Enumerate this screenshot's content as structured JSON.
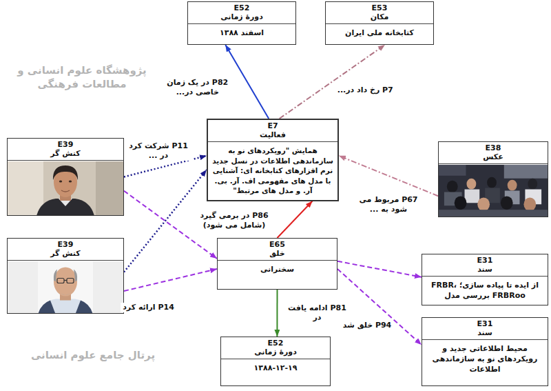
{
  "diagram": {
    "nodes": [
      {
        "text": [
          "E52",
          "دورهٔ زمانی",
          "اسفند ۱۳۸۸"
        ]
      },
      {
        "text": [
          "E53",
          "مکان",
          "کتابخانه ملی ایران"
        ]
      },
      {
        "text": [
          "E7",
          "فعالیت",
          "همایش \"رویکردهای نو به سازماندهی اطلاعات در نسل جدید نرم افزارهای کتابخانه ای: آشنایی با مدل های مفهومی اف. آر. بی. آر. و مدل های مرتبط\""
        ]
      },
      {
        "text": [
          "E39",
          "کنش گر"
        ]
      },
      {
        "text": [
          "E38",
          "عکس"
        ]
      },
      {
        "text": [
          "E39",
          "کنش گر"
        ]
      },
      {
        "text": [
          "E65",
          "خلق",
          "سخنرانی"
        ]
      },
      {
        "text": [
          "E31",
          "سند",
          "FRBR، از ایده تا پیاده سازی؛ بررسی مدل FRBRoo"
        ]
      },
      {
        "text": [
          "E52",
          "دورهٔ زمانی",
          "۱۳۸۸-۱۲-۱۹"
        ]
      },
      {
        "text": [
          "E31",
          "سند",
          "محیط اطلاعاتی جدید و رویکردهای نو به سازماندهی اطلاعات"
        ]
      }
    ],
    "edges": [
      {
        "from": 2,
        "to": 0,
        "label": "P82 در یک زمان خاصی در...",
        "arrow": "to"
      },
      {
        "from": 2,
        "to": 1,
        "label": "P7 رخ داد در...",
        "arrow": "to"
      },
      {
        "from": 3,
        "to": 2,
        "label": "P11 شرکت کرد در ...",
        "arrow": "to"
      },
      {
        "from": 5,
        "to": 2,
        "arrow": "to"
      },
      {
        "from": 3,
        "to": 6,
        "arrow": "to"
      },
      {
        "from": 5,
        "to": 6,
        "label": "P14 ارائه کرد",
        "arrow": "to"
      },
      {
        "from": 4,
        "to": 2,
        "label": "P67 مربوط می شود به ...",
        "arrow": "to"
      },
      {
        "from": 6,
        "to": 2,
        "label": "P86 در برمی گیرد (شامل می شود)",
        "arrow": "to"
      },
      {
        "from": 6,
        "to": 8,
        "label": "P81 ادامه یافت در",
        "arrow": "to"
      },
      {
        "from": 6,
        "to": 7,
        "label": "P94 خلق شد",
        "arrow": "to"
      },
      {
        "from": 6,
        "to": 9,
        "arrow": "to"
      }
    ],
    "labels": [
      "پژوهشگاه علوم انسانی و مطالعات فرهنگی",
      "پرتال جامع علوم انسانی"
    ]
  }
}
